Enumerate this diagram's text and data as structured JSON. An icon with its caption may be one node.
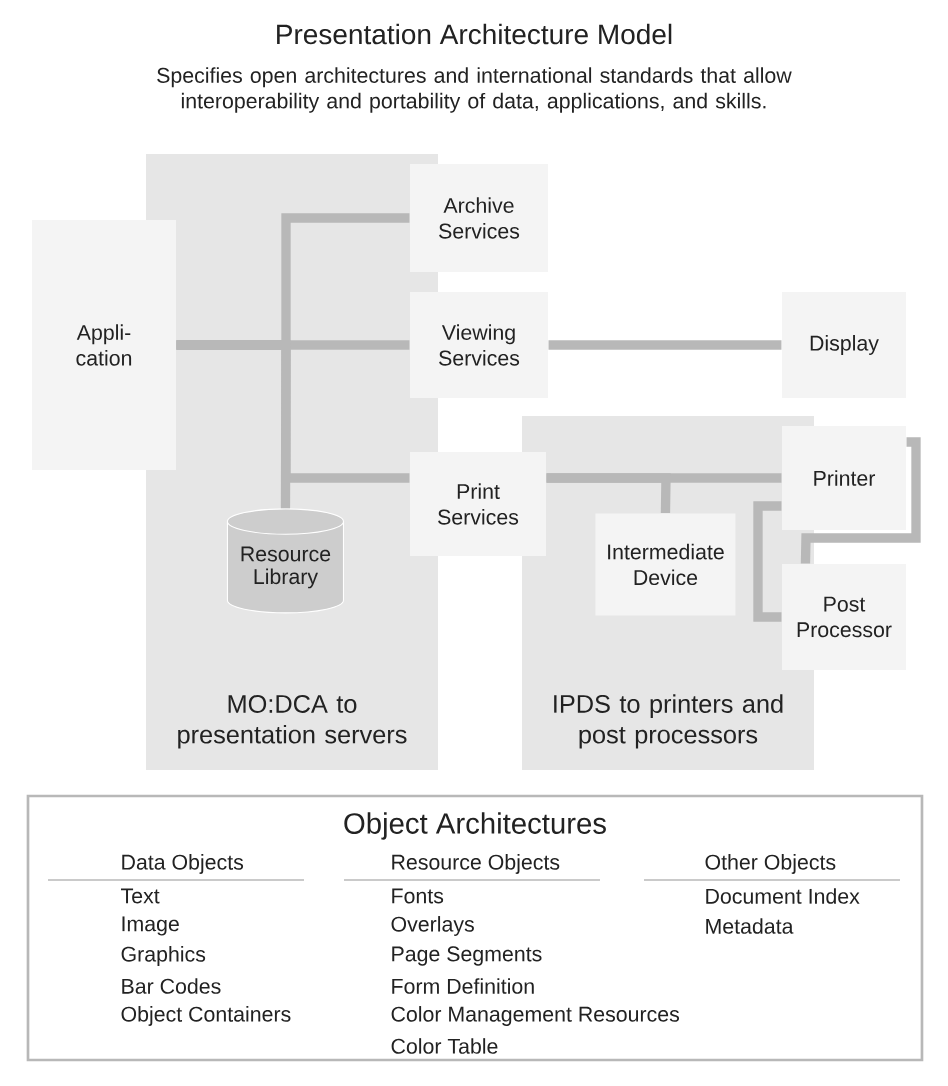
{
  "diagram": {
    "title": "Presentation Architecture Model",
    "nodes": [
      {
        "text": [
          "MO:DCA to presentation servers"
        ]
      },
      {
        "text": [
          "IPDS to printers and post processors"
        ]
      },
      {
        "text": [
          "Appli- cation"
        ]
      },
      {
        "text": [
          "Archive Services"
        ]
      },
      {
        "text": [
          "Viewing Services"
        ]
      },
      {
        "text": [
          "Display"
        ]
      },
      {
        "text": [
          "Print Services"
        ]
      },
      {
        "text": [
          "Resource Library"
        ],
        "in": 0
      },
      {
        "text": [
          "Printer"
        ]
      },
      {
        "text": [
          "Intermediate Device"
        ],
        "in": 1
      },
      {
        "text": [
          "Post Processor"
        ]
      },
      {
        "text": [
          "Object Architectures"
        ]
      }
    ],
    "edges": [
      {
        "from": 2,
        "to": 3,
        "arrow": "none"
      },
      {
        "from": 2,
        "to": 4,
        "arrow": "none"
      },
      {
        "from": 2,
        "to": 6,
        "arrow": "none"
      },
      {
        "from": 2,
        "to": 7,
        "arrow": "none"
      },
      {
        "from": 4,
        "to": 5,
        "arrow": "none"
      },
      {
        "from": 6,
        "to": 8,
        "arrow": "none"
      },
      {
        "from": 6,
        "to": 9,
        "arrow": "none"
      },
      {
        "from": 8,
        "to": 10,
        "arrow": "none"
      },
      {
        "from": 8,
        "to": 10,
        "arrow": "none"
      }
    ],
    "labels": [
      "Specifies open architectures and international standards that allow interoperability and portability of data, applications, and skills.",
      "Data Objects",
      "Text",
      "Image",
      "Graphics",
      "Bar Codes",
      "Object Containers",
      "Resource Objects",
      "Fonts",
      "Overlays",
      "Page Segments",
      "Form Definition",
      "Color Management Resources",
      "Color Table",
      "Other Objects",
      "Document Index",
      "Metadata"
    ]
  }
}
